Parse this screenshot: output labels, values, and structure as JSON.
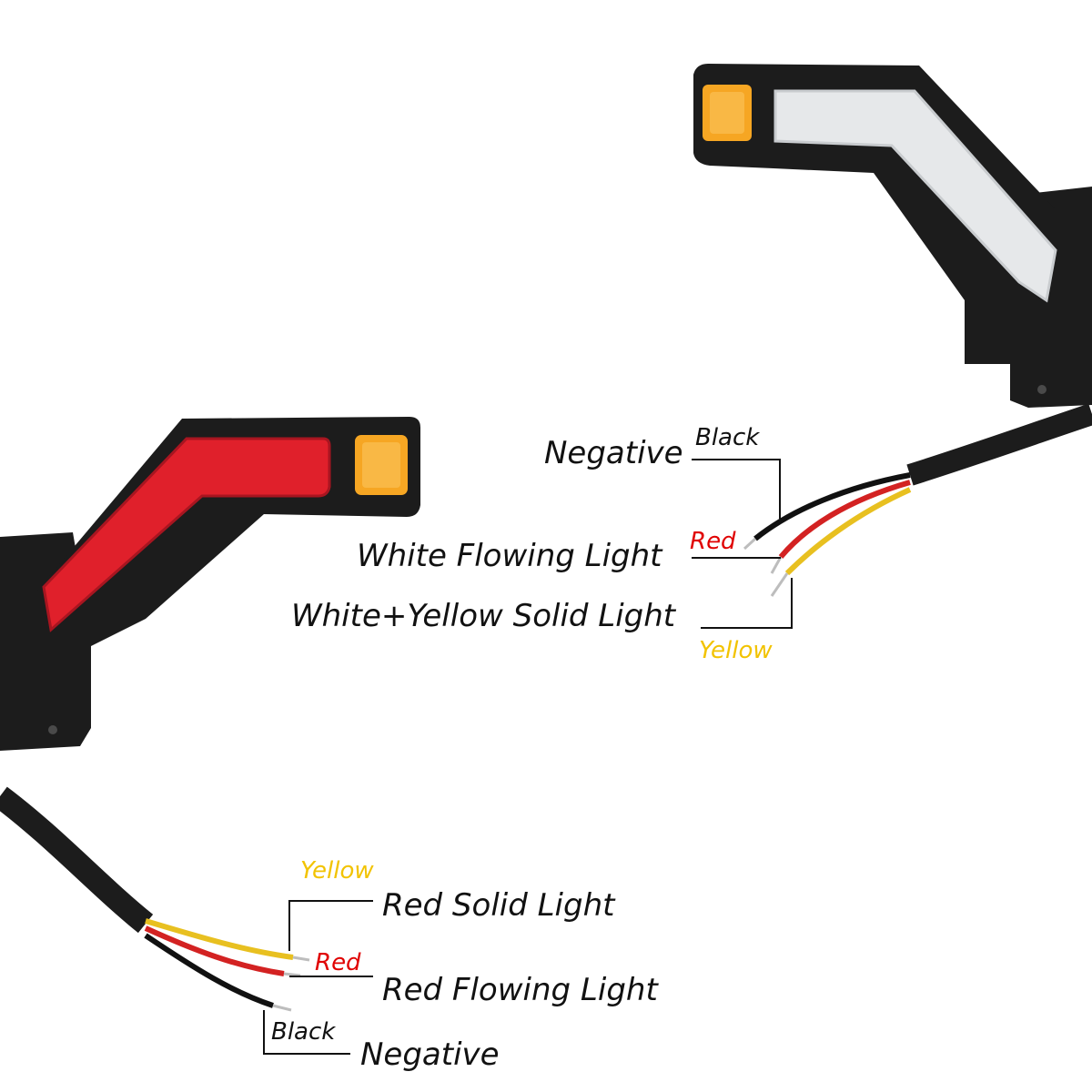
{
  "colors": {
    "housing": "#1c1c1c",
    "red_lens": "#e0202b",
    "white_lens": "#e6e8ea",
    "amber_lens": "#f6a623",
    "wire_yellow": "#e8c020",
    "wire_red": "#d32222",
    "wire_black": "#111111",
    "label_yellow": "#f2c300",
    "label_red": "#e00000",
    "label_black": "#111111"
  },
  "top_right": {
    "negative": "Negative",
    "black": "Black",
    "red": "Red",
    "white_flowing": "White Flowing Light",
    "white_yellow_solid": "White+Yellow Solid Light",
    "yellow": "Yellow"
  },
  "bottom_left": {
    "yellow": "Yellow",
    "red_solid": "Red Solid Light",
    "red": "Red",
    "red_flowing": "Red Flowing Light",
    "black": "Black",
    "negative": "Negative"
  }
}
